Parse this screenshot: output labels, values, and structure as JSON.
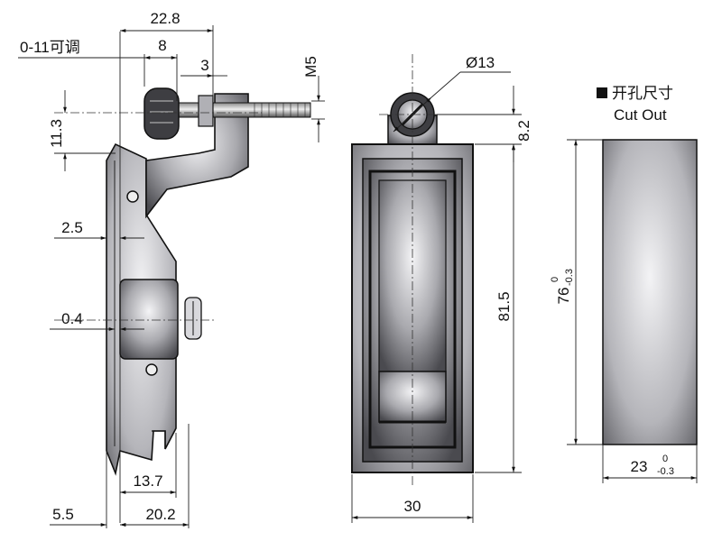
{
  "side_view": {
    "dims": {
      "top_width": "22.8",
      "adjust": "0-11可调",
      "d8": "8",
      "d3": "3",
      "thread": "M5",
      "h11_3": "11.3",
      "d2_5": "2.5",
      "d0_4": "0.4",
      "d13_7": "13.7",
      "d5_5": "5.5",
      "d20_2": "20.2"
    }
  },
  "front_view": {
    "dims": {
      "knob_dia": "Ø13",
      "h8_2": "8.2",
      "h81_5": "81.5",
      "w30": "30"
    }
  },
  "cutout": {
    "title_cn": "开孔尺寸",
    "title_en": "Cut Out",
    "height": "76",
    "height_tol_upper": "0",
    "height_tol_lower": "-0.3",
    "width": "23",
    "width_tol_upper": "0",
    "width_tol_lower": "-0.3"
  },
  "colors": {
    "metal_dark": "#4a4a4f",
    "metal_light": "#f2f2f4",
    "outline": "#111111"
  }
}
